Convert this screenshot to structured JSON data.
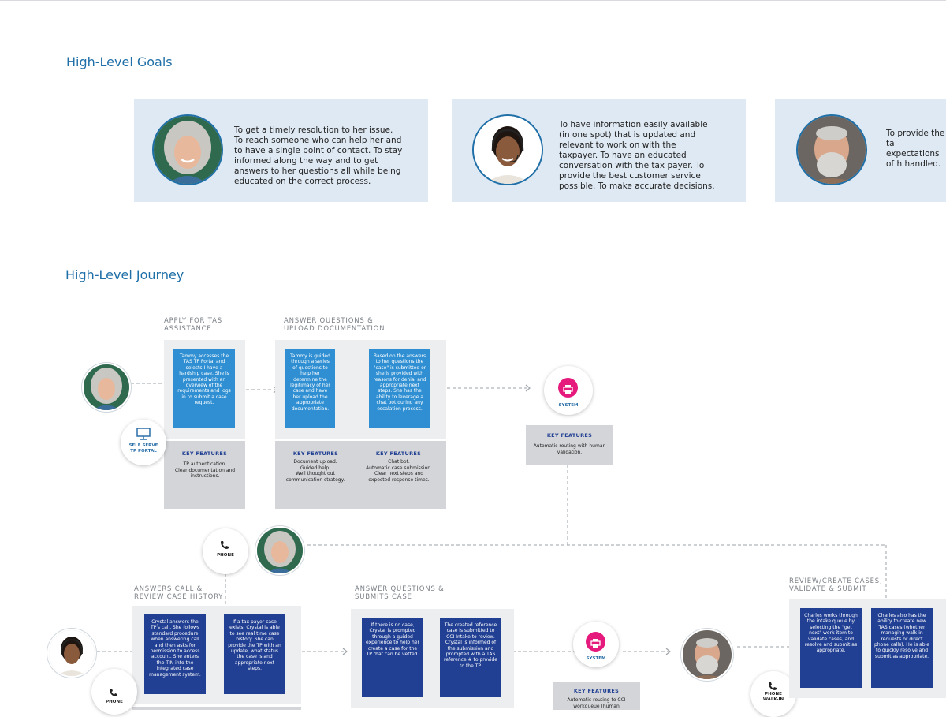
{
  "goals": {
    "title": "High-Level Goals",
    "cards": [
      {
        "text": "To get a timely resolution to her issue. To reach someone who can help her and to have a single point of contact. To stay informed along the way and to get answers to her questions all while being educated on the correct process."
      },
      {
        "text": "To have information easily available (in one spot) that is updated and relevant to work on with the taxpayer. To have an educated conversation with the tax payer. To provide the best customer service possible. To make accurate decisions."
      },
      {
        "text": "To provide the ta expectations of h handled. To creat maximize the allo"
      }
    ]
  },
  "journey": {
    "title": "High-Level Journey",
    "stage1": {
      "label": "APPLY FOR TAS ASSISTANCE",
      "box": "Tammy accesses the TAS TP Portal and selects I have a hardship case. She is presented with an overview of the requirements and logs in to submit a case request.",
      "kf_title": "KEY FEATURES",
      "kf_text": "TP authentication.\nClear documentation and instructions."
    },
    "stage2": {
      "label": "ANSWER QUESTIONS & UPLOAD DOCUMENTATION",
      "box1": "Tammy is guided through a series of questions to help her determine the legitimacy of her case and have her upload the appropriate documentation.",
      "box2": "Based on the answers to her questions the \"case\" is submitted or she is provided with reasons for denial and appropriate next steps. She has the ability to leverage a chat bot during any escalation process.",
      "kf1_title": "KEY FEATURES",
      "kf1_text": "Document upload.\nGuided help.\nWell thought out communication strategy.",
      "kf2_title": "KEY FEATURES",
      "kf2_text": "Chat bot.\nAutomatic case submission.\nClear next steps and expected response times."
    },
    "system1": {
      "label": "SYSTEM",
      "kf_title": "KEY FEATURES",
      "kf_text": "Automatic routing with human validation."
    },
    "portal_label": "SELF SERVE TP PORTAL",
    "phone_label_top": "PHONE",
    "stage3": {
      "label": "ANSWERS CALL & REVIEW CASE HISTORY",
      "box1": "Crystal answers the TP's call. She follows standard procedure when answering call and then asks for permission to access account. She enters the TIN into the integrated case management system.",
      "box2": "If a tax payer case exists, Crystal is able to see real time case history. She can provide the TP with an update, what status the case is and appropriate next steps."
    },
    "phone_label_bottom": "PHONE",
    "stage4": {
      "label": "ANSWER QUESTIONS & SUBMITS CASE",
      "box1": "If there is no case, Crystal is prompted through a guided experience to help her create a case for the TP that can be vetted.",
      "box2": "The created reference case is submitted to CCI Intake to review. Crystal is informed of the submission and prompted with a TAS reference # to provide to the TP."
    },
    "system2": {
      "label": "SYSTEM",
      "kf_title": "KEY FEATURES",
      "kf_text": "Automatic routing to CCI workqueue (human"
    },
    "walkin_label": "PHONE WALK-IN",
    "stage5": {
      "label": "REVIEW/CREATE CASES, VALIDATE & SUBMIT",
      "box1": "Charles works through the intake queue by selecting the \"get next\" work item to validate cases, and resolve and submit as appropriate.",
      "box2": "Charles also has the ability to create new TAS cases (whether managing walk-in requests or direct phone calls). He is able to quickly resolve and submit as appropriate."
    }
  },
  "colors": {
    "accent": "#1f6fa8",
    "card_bg": "#dfe9f3",
    "box_light": "#2f8fd2",
    "box_dark": "#213f93",
    "system_pink": "#e6197d",
    "panel": "#eceef0",
    "kf_panel": "#d3d5d8"
  },
  "icons": [
    "monitor-icon",
    "printer-icon",
    "phone-icon"
  ]
}
